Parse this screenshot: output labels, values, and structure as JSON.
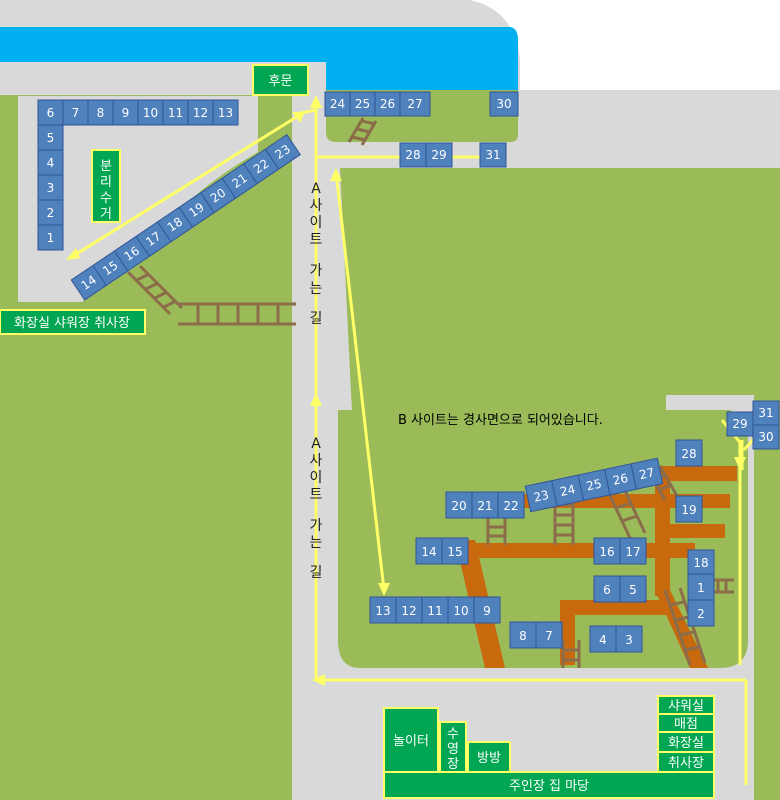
{
  "gate": "후문",
  "recycle": [
    "분리",
    "수거"
  ],
  "facility_left": "화장실 샤워장 취사장",
  "a_road_1": [
    "A",
    "사",
    "이",
    "트",
    "가",
    "는",
    "길"
  ],
  "a_road_2": [
    "A",
    "사",
    "이",
    "트",
    "가",
    "는",
    "길"
  ],
  "b_note": "B 사이트는 경사면으로 되어있습니다.",
  "a_top_row": [
    "6",
    "7",
    "8",
    "9",
    "10",
    "11",
    "12",
    "13"
  ],
  "a_left_col": [
    "5",
    "4",
    "3",
    "2",
    "1"
  ],
  "a_diag": [
    "14",
    "15",
    "16",
    "17",
    "18",
    "19",
    "20",
    "21",
    "22",
    "23"
  ],
  "top_right": {
    "s24": "24",
    "s25": "25",
    "s26": "26",
    "s27": "27",
    "s30": "30",
    "s28": "28",
    "s29": "29",
    "s31": "31"
  },
  "corner": {
    "s29": "29",
    "s31": "31",
    "s30": "30"
  },
  "b_diag": [
    "23",
    "24",
    "25",
    "26",
    "27"
  ],
  "b_sites": {
    "s28": "28",
    "s20": "20",
    "s21": "21",
    "s22": "22",
    "s19": "19",
    "s14": "14",
    "s15": "15",
    "s16": "16",
    "s17": "17",
    "s18": "18",
    "s1": "1",
    "s6": "6",
    "s5": "5",
    "s2": "2",
    "s13": "13",
    "s12": "12",
    "s11": "11",
    "s10": "10",
    "s9": "9",
    "s8": "8",
    "s7": "7",
    "s4": "4",
    "s3": "3"
  },
  "bottom": {
    "playground": "놀이터",
    "pool": [
      "수",
      "영",
      "장"
    ],
    "room": "방방",
    "shower": "샤워실",
    "store": "매점",
    "toilet": "화장실",
    "kitchen": "취사장",
    "yard": "주인장 집 마당"
  },
  "colors": {
    "grass": "#9bbb59",
    "road": "#d9d9d9",
    "site": "#4f81bd",
    "label": "#00a651",
    "path": "#ffff66",
    "slope": "#c8690e",
    "water": "#00b0f0",
    "ladder": "#8b6d49"
  }
}
